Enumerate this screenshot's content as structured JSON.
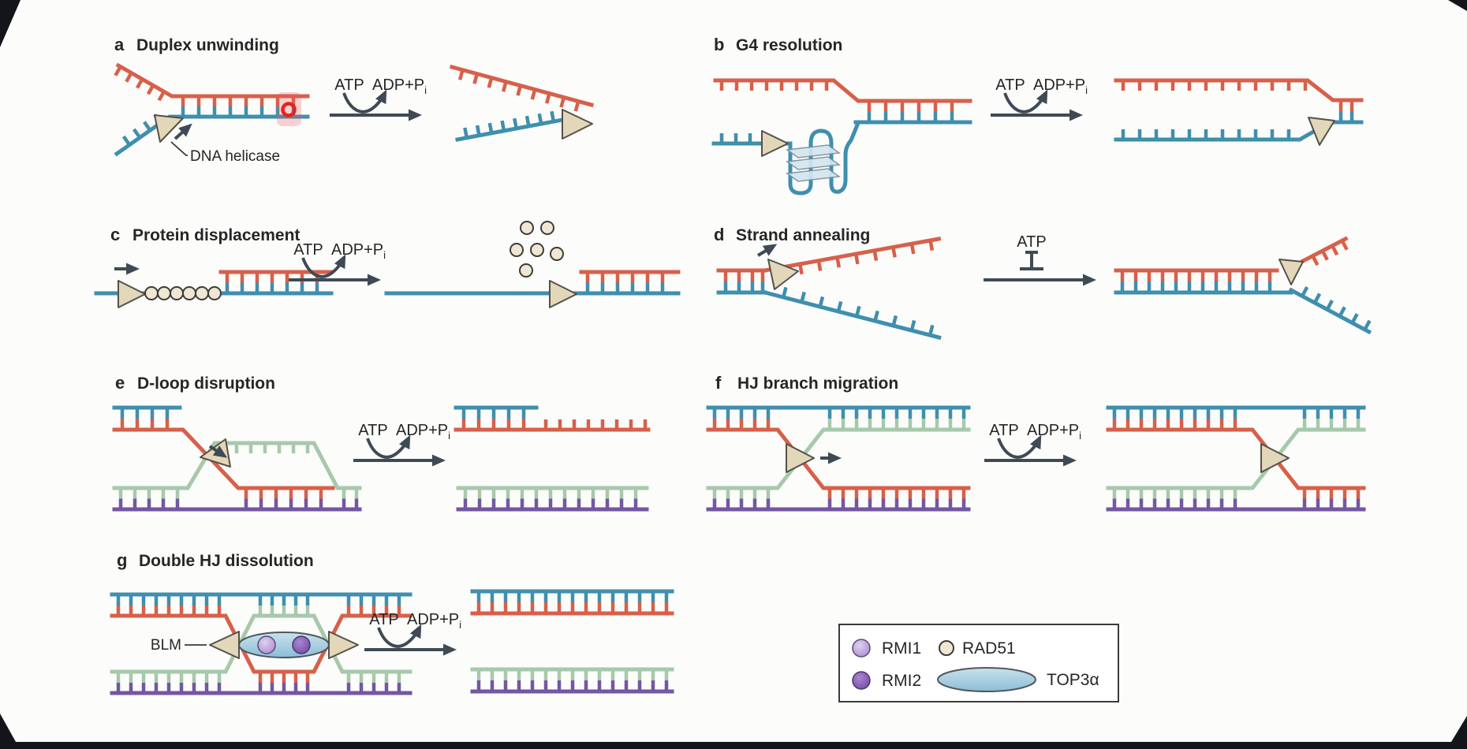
{
  "figure": {
    "panels": [
      {
        "id": "a",
        "letter": "a",
        "title": "Duplex unwinding"
      },
      {
        "id": "b",
        "letter": "b",
        "title": "G4 resolution"
      },
      {
        "id": "c",
        "letter": "c",
        "title": "Protein displacement"
      },
      {
        "id": "d",
        "letter": "d",
        "title": "Strand annealing"
      },
      {
        "id": "e",
        "letter": "e",
        "title": "D-loop disruption"
      },
      {
        "id": "f",
        "letter": "f",
        "title": "HJ branch migration"
      },
      {
        "id": "g",
        "letter": "g",
        "title": "Double HJ dissolution"
      }
    ],
    "annotations": {
      "dna_helicase": "DNA helicase",
      "blm": "BLM"
    },
    "reaction": {
      "atp": "ATP",
      "adp": "ADP+P",
      "adp_sub": "i"
    },
    "legend": {
      "items": [
        {
          "label": "RMI1"
        },
        {
          "label": "RMI2"
        },
        {
          "label": "RAD51"
        },
        {
          "label": "TOP3α"
        }
      ]
    },
    "colors": {
      "strand_red": "#d7604a",
      "strand_blue": "#3f8fae",
      "strand_green": "#a6c9ab",
      "strand_purple": "#7456a3",
      "helicase_fill": "#e3d7ba",
      "rad51_fill": "#efe7d4",
      "top3a_fill": "#aed3e3",
      "rmi1_fill": "#c3abdf",
      "rmi2_fill": "#8d60bd",
      "arrow_dark": "#3f4a54",
      "marker_red": "#e3241d"
    }
  }
}
